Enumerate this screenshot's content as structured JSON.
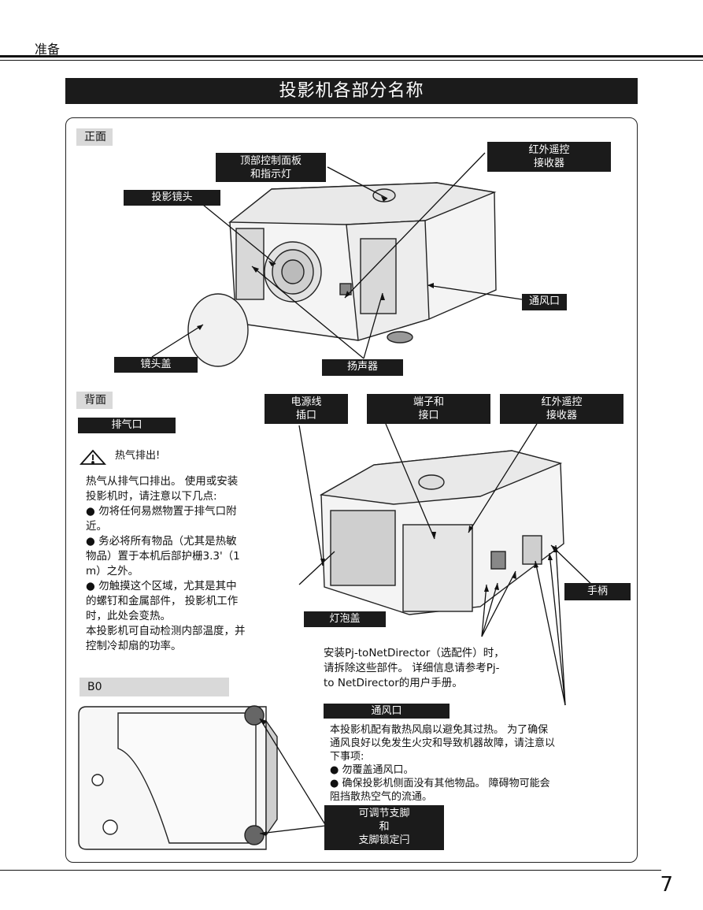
{
  "header": {
    "section": "准备"
  },
  "title": "投影机各部分名称",
  "front": {
    "tag": "正面",
    "labels": {
      "top_panel_1": "顶部控制面板",
      "top_panel_2": "和指示灯",
      "ir_1": "红外遥控",
      "ir_2": "接收器",
      "lens": "投影镜头",
      "vent": "通风口",
      "lens_cap": "镜头盖",
      "speaker": "扬声器"
    }
  },
  "back": {
    "tag": "背面",
    "exhaust_label": "排气口",
    "warning": "热气排出!",
    "power_1": "电源线",
    "power_2": "插口",
    "terminal_1": "端子和",
    "terminal_2": "接口",
    "ir_1": "红外遥控",
    "ir_2": "接收器",
    "handle": "手柄",
    "lamp_cover": "灯泡盖",
    "body_lines": [
      "热气从排气口排出。 使用或安装",
      "投影机时，请注意以下几点:",
      "● 勿将任何易燃物置于排气口附",
      "近。",
      "● 务必将所有物品（尤其是热敏",
      "物品）置于本机后部护栅3.3'（1",
      "m）之外。",
      "● 勿触摸这个区域，尤其是其中",
      "的螺钉和金属部件， 投影机工作",
      "时，此处会变热。",
      "本投影机可自动检测内部温度，并",
      "控制冷却扇的功率。"
    ],
    "pj_lines": [
      "安装Pj-toNetDirector（选配件）时，",
      "请拆除这些部件。 详细信息请参考Pj-",
      "to NetDirector的用户手册。"
    ]
  },
  "vent_section": {
    "label": "通风口",
    "lines": [
      "本投影机配有散热风扇以避免其过热。 为了确保",
      "通风良好以免发生火灾和导致机器故障，请注意以",
      "下事项:",
      "● 勿覆盖通风口。",
      "● 确保投影机侧面没有其他物品。 障碍物可能会",
      "阻挡散热空气的流通。"
    ]
  },
  "bottom": {
    "tag": "B0",
    "feet_1": "可调节支脚",
    "feet_2": "和",
    "feet_3": "支脚锁定闩"
  },
  "page_number": "7"
}
